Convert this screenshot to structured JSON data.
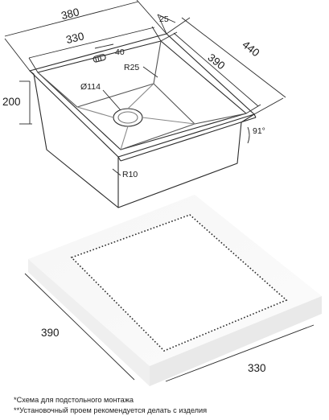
{
  "sink_dimensions": {
    "outer_width": "380",
    "inner_width": "330",
    "flange": "25",
    "overall_depth": "440",
    "inner_depth": "390",
    "drain_offset": "40",
    "height": "200",
    "corner_radius_top": "R25",
    "drain_diameter": "Ø114",
    "corner_radius_bottom": "R10",
    "wall_angle": "91°"
  },
  "cutout_dimensions": {
    "depth": "390",
    "width": "330"
  },
  "notes": [
    "*Схема для подстольного монтажа",
    "**Установочный проем рекомендуется делать с изделия"
  ]
}
